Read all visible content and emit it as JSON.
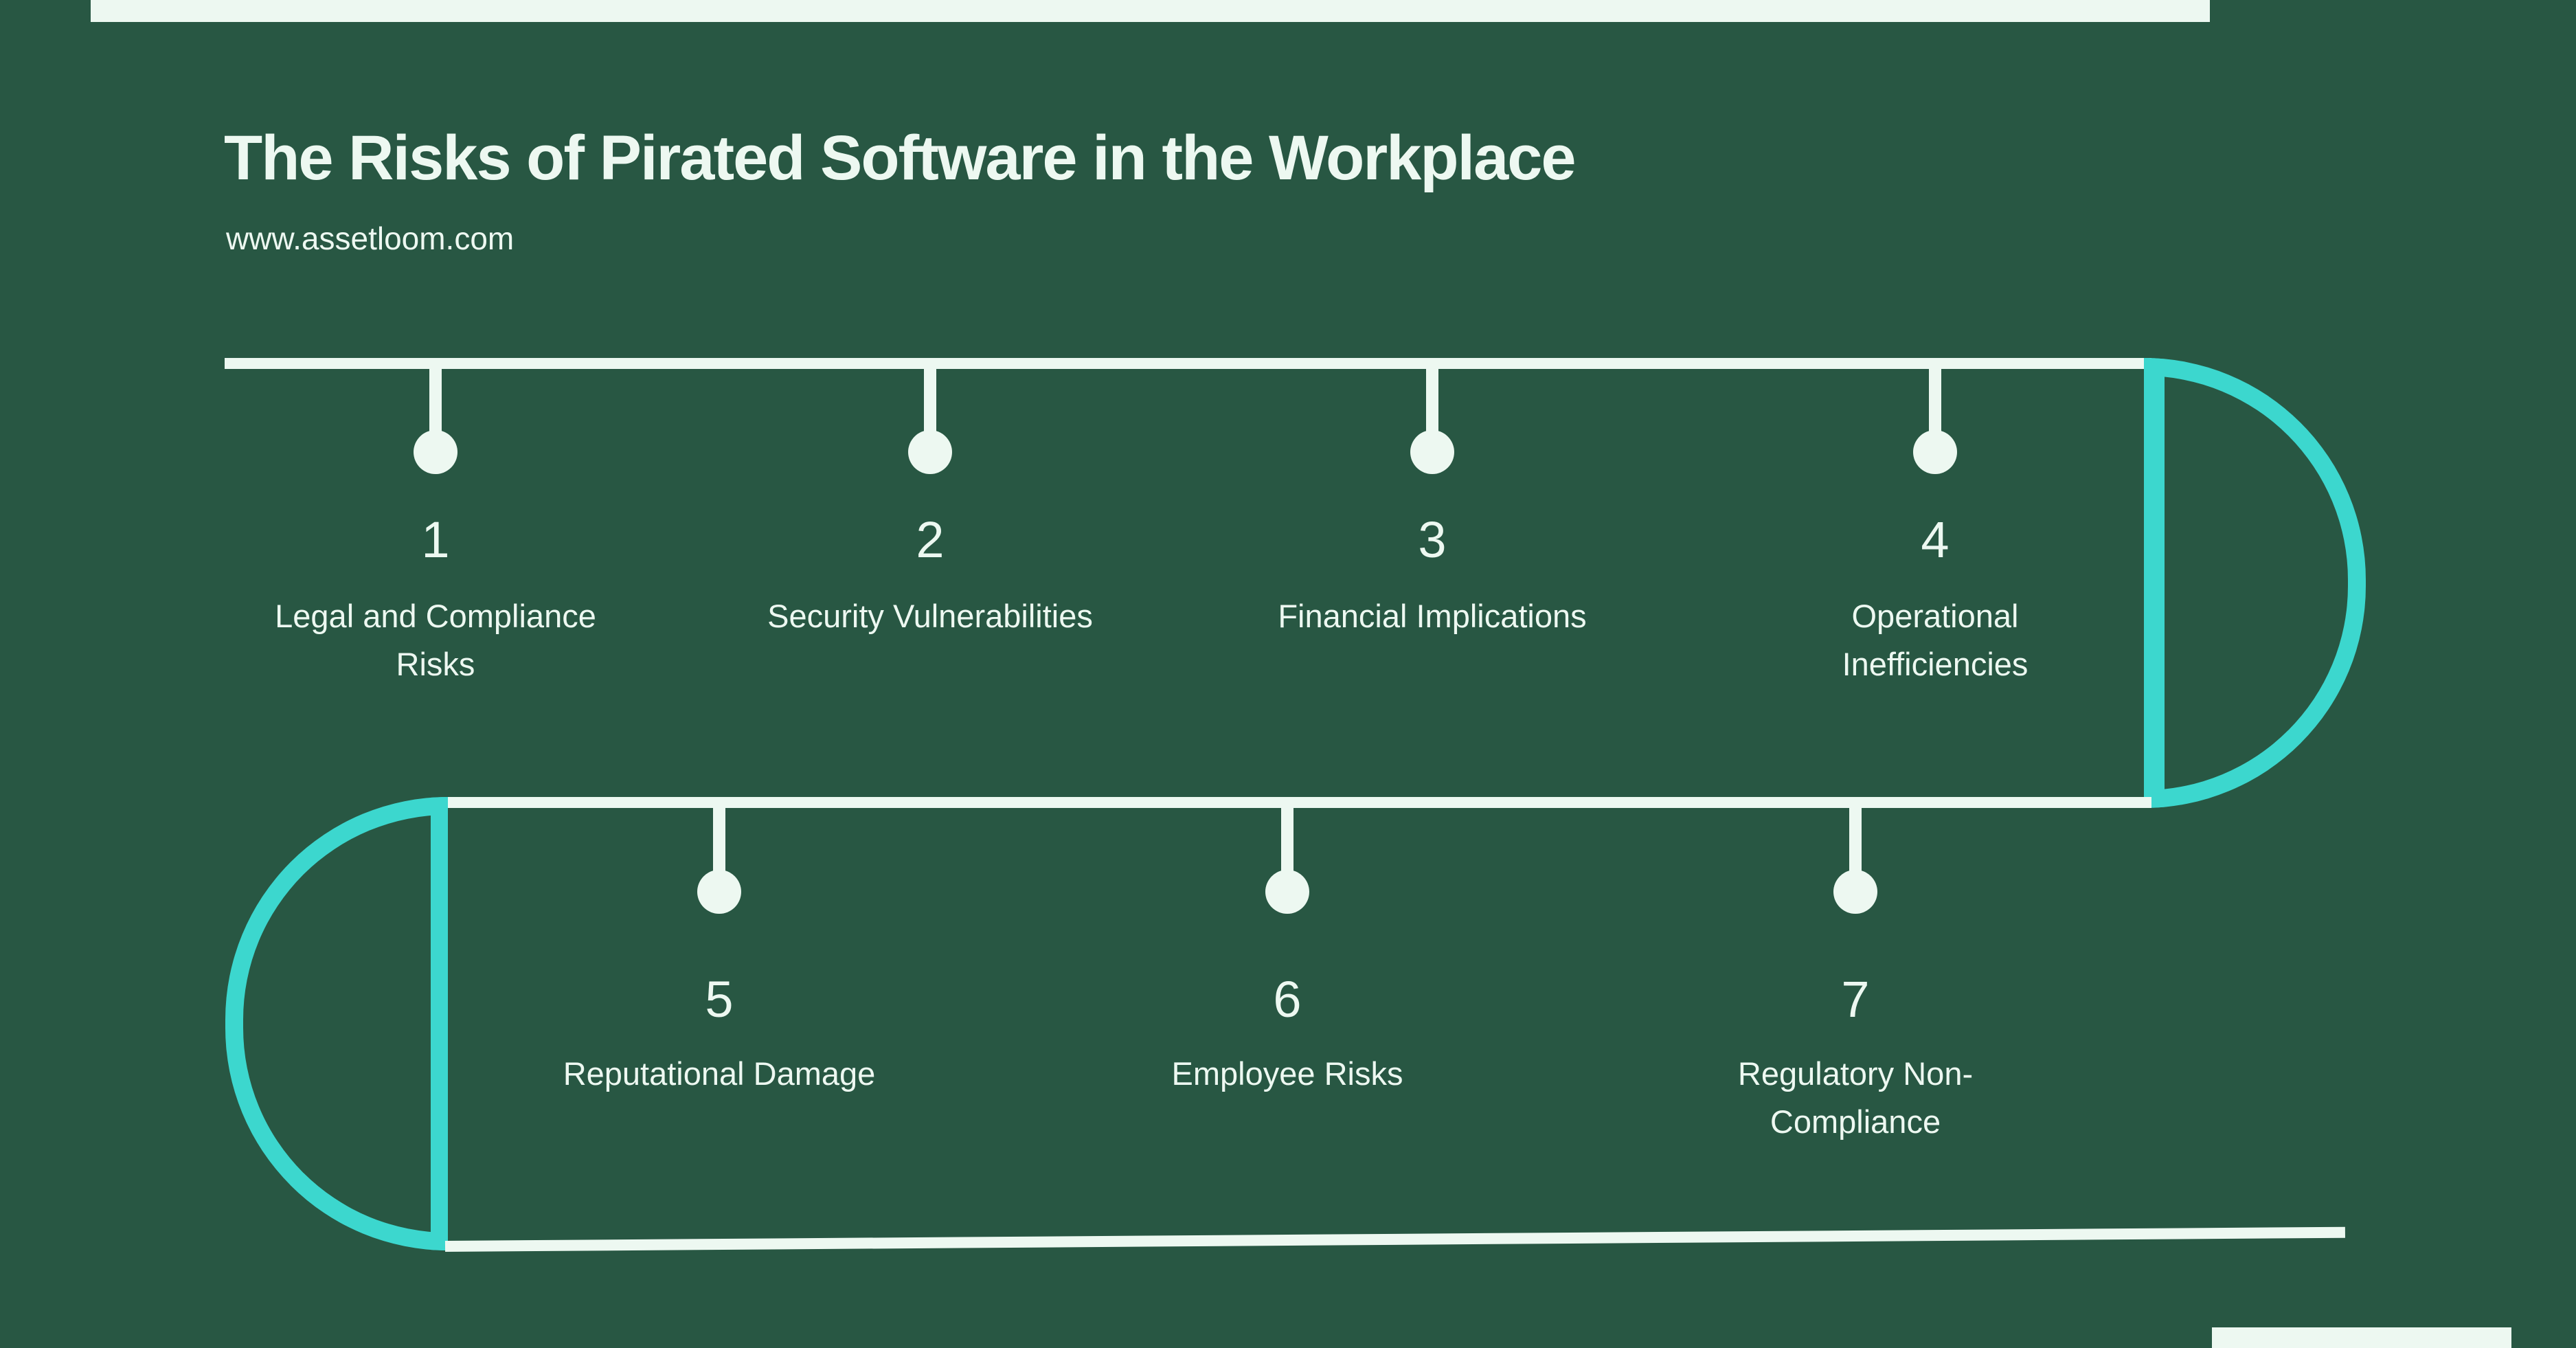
{
  "header": {
    "title": "The Risks of Pirated Software in the Workplace",
    "website": "www.assetloom.com"
  },
  "colors": {
    "background": "#285743",
    "cream": "#EDF8F1",
    "teal": "#3CD7CE"
  },
  "timeline": {
    "rows": [
      {
        "items": [
          {
            "number": "1",
            "label": "Legal and Compliance Risks"
          },
          {
            "number": "2",
            "label": "Security Vulnerabilities"
          },
          {
            "number": "3",
            "label": "Financial Implications"
          },
          {
            "number": "4",
            "label": "Operational Inefficiencies"
          }
        ]
      },
      {
        "items": [
          {
            "number": "5",
            "label": "Reputational Damage"
          },
          {
            "number": "6",
            "label": "Employee Risks"
          },
          {
            "number": "7",
            "label": "Regulatory Non-Compliance"
          }
        ]
      }
    ]
  }
}
